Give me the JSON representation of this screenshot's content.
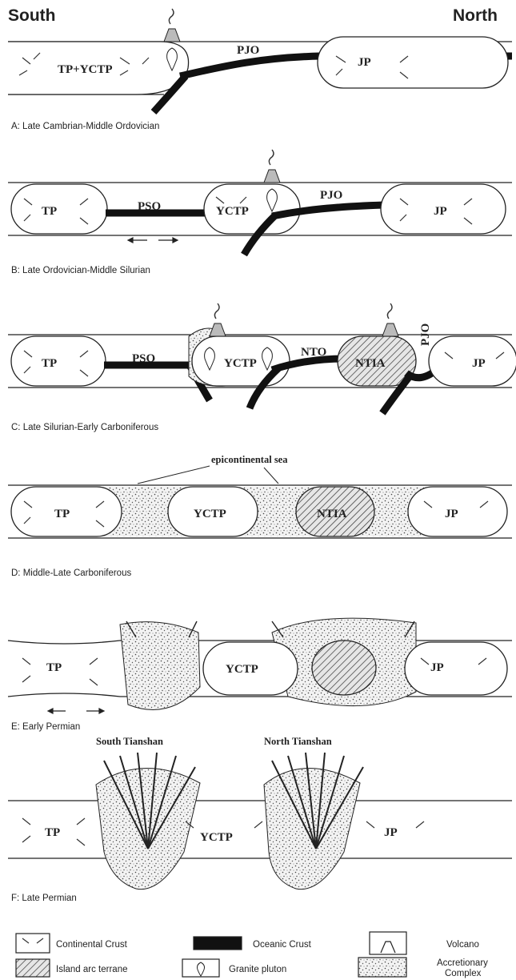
{
  "header": {
    "south": "South",
    "north": "North"
  },
  "panels": [
    {
      "id": "A",
      "caption": "A: Late Cambrian-Middle Ordovician",
      "labels": [
        "TP+YCTP",
        "PJO",
        "JP"
      ]
    },
    {
      "id": "B",
      "caption": "B: Late Ordovician-Middle Silurian",
      "labels": [
        "TP",
        "PSO",
        "YCTP",
        "PJO",
        "JP"
      ]
    },
    {
      "id": "C",
      "caption": "C: Late Silurian-Early Carboniferous",
      "labels": [
        "TP",
        "PSO",
        "YCTP",
        "NTO",
        "NTIA",
        "PJO",
        "JP"
      ]
    },
    {
      "id": "D",
      "caption": "D: Middle-Late Carboniferous",
      "labels": [
        "epicontinental sea",
        "TP",
        "YCTP",
        "NTIA",
        "JP"
      ]
    },
    {
      "id": "E",
      "caption": "E: Early Permian",
      "labels": [
        "TP",
        "YCTP",
        "JP"
      ]
    },
    {
      "id": "F",
      "caption": "F: Late Permian",
      "labels": [
        "South Tianshan",
        "North Tianshan",
        "TP",
        "YCTP",
        "JP"
      ]
    }
  ],
  "legend": {
    "continental_crust": "Continental Crust",
    "oceanic_crust": "Oceanic Crust",
    "volcano": "Volcano",
    "island_arc": "Island arc terrane",
    "granite": "Granite pluton",
    "accretionary_1": "Accretionary",
    "accretionary_2": "Complex"
  }
}
